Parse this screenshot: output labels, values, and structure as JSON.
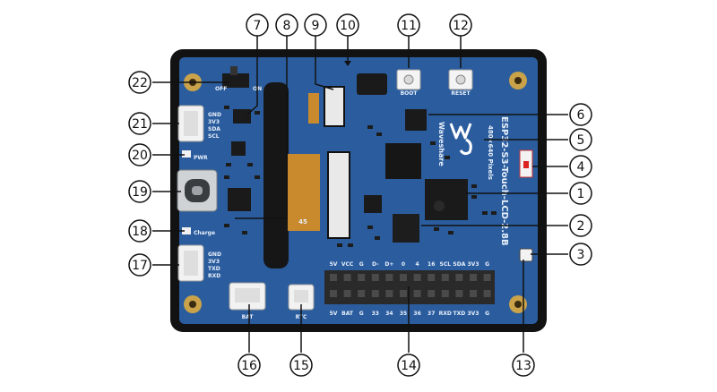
{
  "board": {
    "vertical_title": "ESP32-S3-Touch-LCD-2.8B",
    "resolution": "480×640 Pixels",
    "brand": "Waveshare",
    "boot_label": "BOOT",
    "reset_label": "RESET",
    "off_label": "OFF",
    "on_label": "ON",
    "uart_pins": [
      "GND",
      "3V3",
      "TXD",
      "RXD"
    ],
    "i2c_pins": [
      "GND",
      "3V3",
      "SDA",
      "SCL"
    ],
    "pwr_label": "PWR",
    "charge_label": "Charge",
    "bat_label": "BAT",
    "rtc_label": "RTC",
    "header_top": [
      "5V",
      "VCC",
      "G",
      "D-",
      "D+",
      "0",
      "4",
      "16",
      "SCL",
      "SDA",
      "3V3",
      "G"
    ],
    "header_bottom": [
      "5V",
      "BAT",
      "G",
      "33",
      "34",
      "35",
      "36",
      "37",
      "RXD",
      "TXD",
      "3V3",
      "G"
    ],
    "fpc_label": "45"
  },
  "callouts": [
    "1",
    "2",
    "3",
    "4",
    "5",
    "6",
    "7",
    "8",
    "9",
    "10",
    "11",
    "12",
    "13",
    "14",
    "15",
    "16",
    "17",
    "18",
    "19",
    "20",
    "21",
    "22"
  ],
  "colors": {
    "pcb": "#2b5d9e",
    "frame": "#111111",
    "gold": "#c9a24a",
    "chip": "#1a1a1a",
    "fpc": "#c98a2e",
    "white_conn": "#f2f2f2"
  }
}
